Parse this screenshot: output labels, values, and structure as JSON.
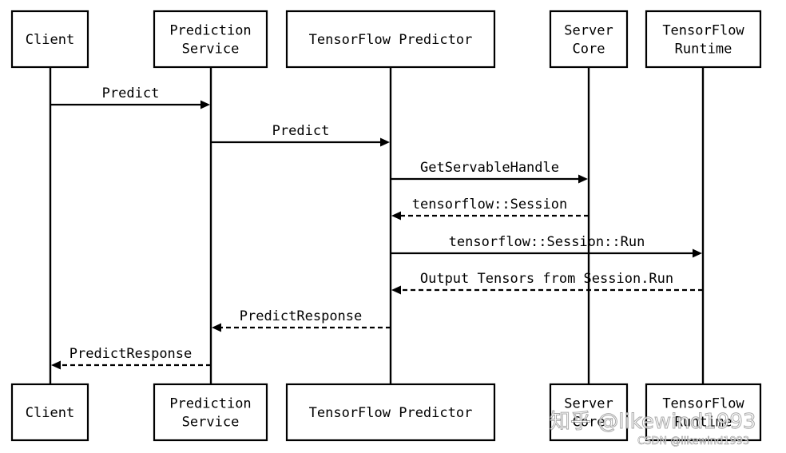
{
  "participants": [
    {
      "id": "client",
      "lines": [
        "Client"
      ]
    },
    {
      "id": "prediction-service",
      "lines": [
        "Prediction",
        "Service"
      ]
    },
    {
      "id": "tensorflow-predictor",
      "lines": [
        "TensorFlow Predictor"
      ]
    },
    {
      "id": "server-core",
      "lines": [
        "Server",
        "Core"
      ]
    },
    {
      "id": "tensorflow-runtime",
      "lines": [
        "TensorFlow",
        "Runtime"
      ]
    }
  ],
  "messages": [
    {
      "from": "client",
      "to": "prediction-service",
      "label": "Predict",
      "style": "solid"
    },
    {
      "from": "prediction-service",
      "to": "tensorflow-predictor",
      "label": "Predict",
      "style": "solid"
    },
    {
      "from": "tensorflow-predictor",
      "to": "server-core",
      "label": "GetServableHandle",
      "style": "solid"
    },
    {
      "from": "server-core",
      "to": "tensorflow-predictor",
      "label": "tensorflow::Session",
      "style": "dashed"
    },
    {
      "from": "tensorflow-predictor",
      "to": "tensorflow-runtime",
      "label": "tensorflow::Session::Run",
      "style": "solid"
    },
    {
      "from": "tensorflow-runtime",
      "to": "tensorflow-predictor",
      "label": "Output Tensors from Session.Run",
      "style": "dashed"
    },
    {
      "from": "tensorflow-predictor",
      "to": "prediction-service",
      "label": "PredictResponse",
      "style": "dashed"
    },
    {
      "from": "prediction-service",
      "to": "client",
      "label": "PredictResponse",
      "style": "dashed"
    }
  ],
  "watermark": {
    "main": "知乎 @likewind1993",
    "sub": "CSDN @likewind1993"
  }
}
